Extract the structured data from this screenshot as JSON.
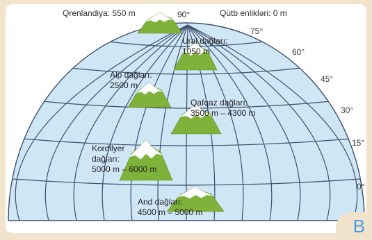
{
  "top_labels": {
    "greenland": "Qrenlandiya: 550 m",
    "pole_deg": "90°",
    "pole": "Qütb enlikləri: 0 m"
  },
  "latitudes": [
    "75°",
    "60°",
    "45°",
    "30°",
    "15°",
    "0°"
  ],
  "mountains": [
    {
      "lines": [
        "Ural dağları:",
        "1050 m"
      ]
    },
    {
      "lines": [
        "Alp dağları:",
        "2500 m"
      ]
    },
    {
      "lines": [
        "Qafqaz dağları:",
        "3500 m – 4300 m"
      ]
    },
    {
      "lines": [
        "Kordilyer",
        "dağları:",
        "5000 m – 6000 m"
      ]
    },
    {
      "lines": [
        "And dağları:",
        "4500 m – 5000 m"
      ]
    }
  ],
  "badge": "B",
  "colors": {
    "frame": "#f2e3cc",
    "globe": "#cfe6f5",
    "grid": "#3d4f6e",
    "land": "#7fb23a",
    "snow": "#ffffff",
    "badge_text": "#4a9fe2"
  }
}
